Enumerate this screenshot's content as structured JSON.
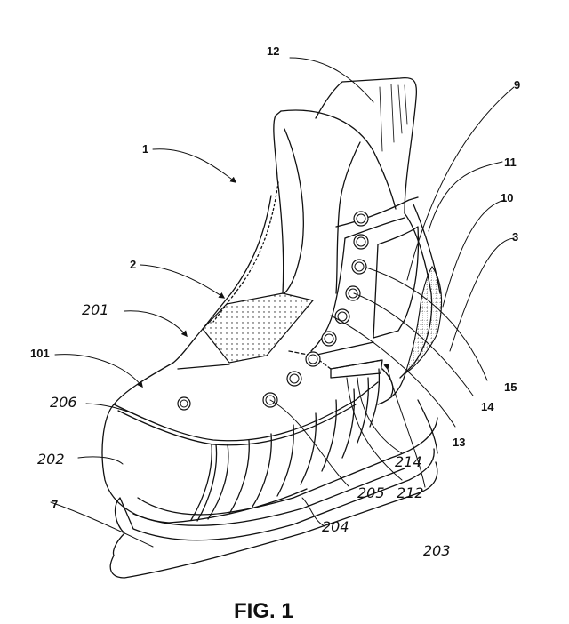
{
  "figure": {
    "caption": "FIG. 1",
    "subject": "ice skate boot with blade holder"
  },
  "labels": {
    "l1": "1",
    "l2": "2",
    "l3": "3",
    "l7": "7",
    "l9": "9",
    "l10": "10",
    "l11": "11",
    "l12": "12",
    "l13": "13",
    "l14": "14",
    "l15": "15",
    "l101": "101",
    "l201": "201",
    "l202": "202",
    "l203": "203",
    "l204": "204",
    "l205": "205",
    "l206": "206",
    "l212": "212",
    "l214": "214"
  },
  "colors": {
    "ink": "#111111",
    "paper": "#ffffff"
  }
}
